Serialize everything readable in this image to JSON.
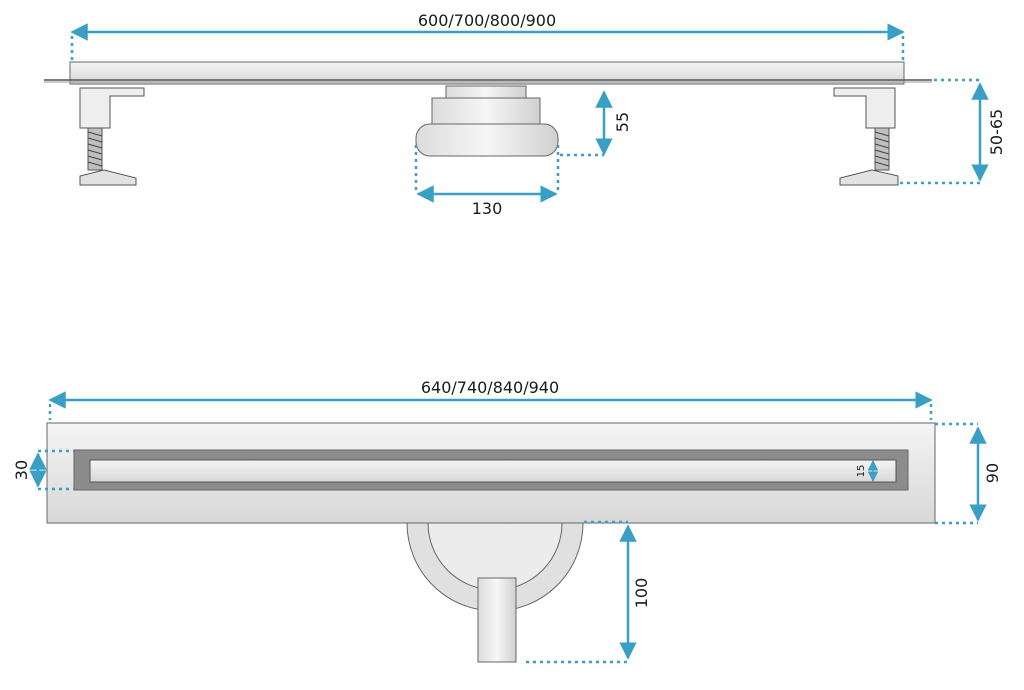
{
  "colors": {
    "dimension": "#3a9fc4",
    "outline": "#555555",
    "metal": "#e8e8e8",
    "metal_dark": "#cccccc",
    "channel_border": "#888888",
    "background": "#ffffff"
  },
  "top_view": {
    "length_label": "600/700/800/900",
    "outlet_width_label": "130",
    "outlet_height_label": "55",
    "leg_height_label": "50-65"
  },
  "bottom_view": {
    "length_label": "640/740/840/940",
    "channel_width_label": "30",
    "grate_width_label": "15",
    "total_width_label": "90",
    "outlet_depth_label": "100"
  }
}
